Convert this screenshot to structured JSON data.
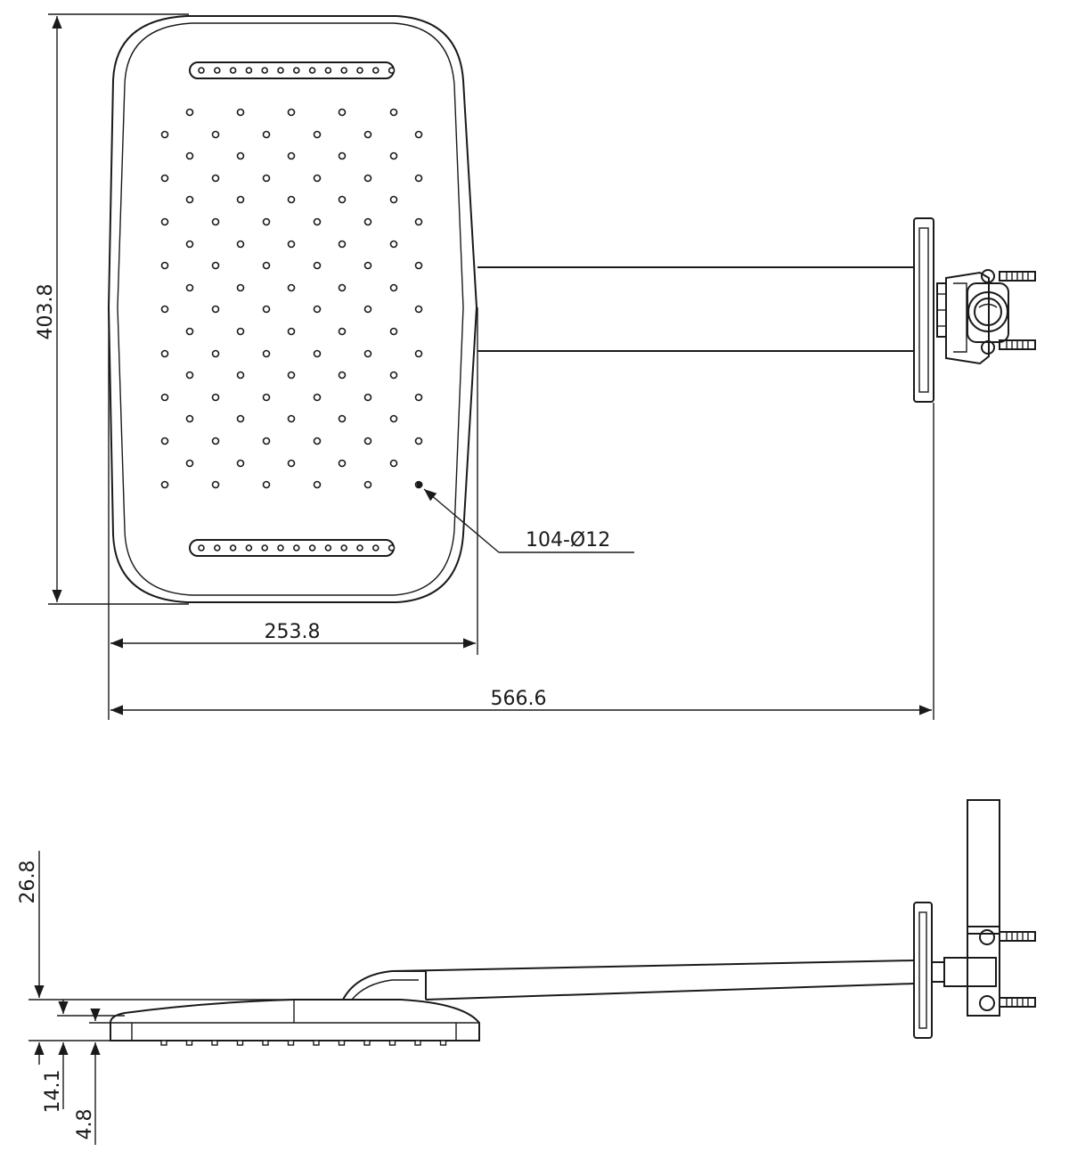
{
  "dimensions": {
    "height_top": "403.8",
    "width_head": "253.8",
    "overall_length": "566.6",
    "nozzles_callout": "104-Ø12",
    "side_total": "26.8",
    "side_body": "14.1",
    "side_edge": "4.8"
  },
  "colors": {
    "line": "#1a1a1a",
    "background": "#ffffff"
  }
}
